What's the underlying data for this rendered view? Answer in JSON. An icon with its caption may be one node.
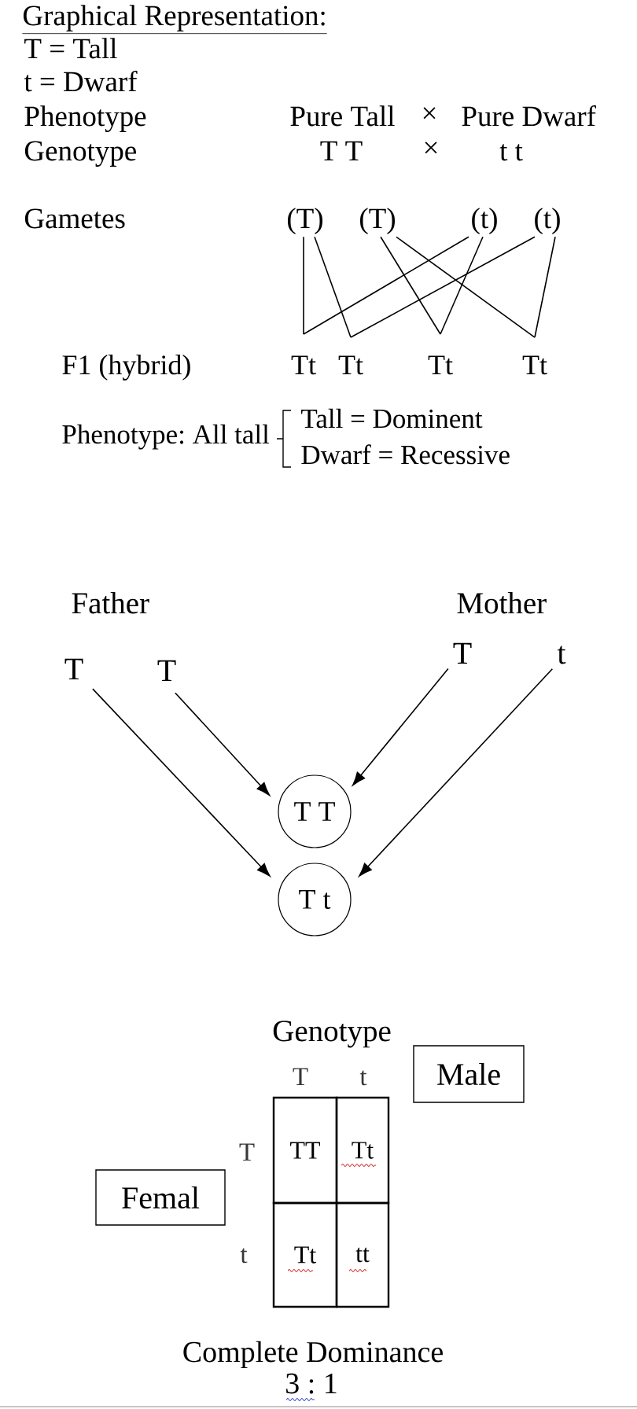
{
  "diagram": {
    "title": "Graphical Representation:",
    "nodes": [
      {
        "text": [
          "(T)"
        ]
      },
      {
        "text": [
          "(T)"
        ]
      },
      {
        "text": [
          "(t)"
        ]
      },
      {
        "text": [
          "(t)"
        ]
      },
      {
        "text": [
          "Tt"
        ]
      },
      {
        "text": [
          "Tt"
        ]
      },
      {
        "text": [
          "Tt"
        ]
      },
      {
        "text": [
          "Tt"
        ]
      },
      {
        "text": [
          "T"
        ]
      },
      {
        "text": [
          "T"
        ]
      },
      {
        "text": [
          "T"
        ]
      },
      {
        "text": [
          "t"
        ]
      },
      {
        "text": [
          "T T"
        ]
      },
      {
        "text": [
          "T t"
        ]
      },
      {
        "text": [
          "Male"
        ]
      },
      {
        "text": [
          "TT"
        ]
      },
      {
        "text": [
          "Tt"
        ]
      },
      {
        "text": [
          "Femal"
        ]
      },
      {
        "text": [
          "Tt"
        ]
      },
      {
        "text": [
          "tt"
        ]
      }
    ],
    "edges": [
      {
        "from": 0,
        "to": 4,
        "arrow": "none"
      },
      {
        "from": 0,
        "to": 5,
        "arrow": "none"
      },
      {
        "from": 1,
        "to": 6,
        "arrow": "none"
      },
      {
        "from": 1,
        "to": 7,
        "arrow": "none"
      },
      {
        "from": 2,
        "to": 4,
        "arrow": "none"
      },
      {
        "from": 2,
        "to": 6,
        "arrow": "none"
      },
      {
        "from": 3,
        "to": 5,
        "arrow": "none"
      },
      {
        "from": 3,
        "to": 7,
        "arrow": "none"
      },
      {
        "from": 8,
        "to": 13,
        "arrow": "to"
      },
      {
        "from": 9,
        "to": 12,
        "arrow": "to"
      },
      {
        "from": 10,
        "to": 12,
        "arrow": "to"
      },
      {
        "from": 11,
        "to": 13,
        "arrow": "to"
      }
    ],
    "labels": [
      "T = Tall",
      "t = Dwarf",
      "Phenotype",
      "Pure Tall",
      "×",
      "Pure Dwarf",
      "Genotype",
      "T T",
      "×",
      "t t",
      "Gametes",
      "F1 (hybrid)",
      "Phenotype: All tall",
      "Tall = Dominent",
      "Dwarf = Recessive",
      "Father",
      "Mother",
      "Genotype",
      "T",
      "t",
      "T",
      "t",
      "Complete Dominance",
      "3 : 1"
    ]
  }
}
